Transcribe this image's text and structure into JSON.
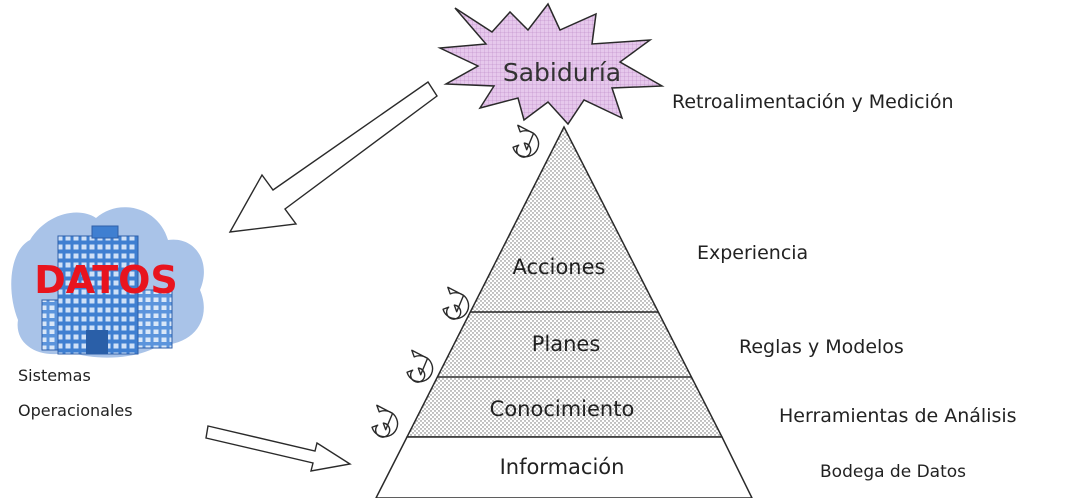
{
  "diagram": {
    "peak": "Sabiduría",
    "levels": {
      "acciones": "Acciones",
      "planes": "Planes",
      "conocimiento": "Conocimiento",
      "informacion": "Información"
    },
    "side_labels": {
      "retroalimentacion": "Retroalimentación y Medición",
      "experiencia": "Experiencia",
      "reglas": "Reglas y Modelos",
      "herramientas": "Herramientas de Análisis",
      "bodega": "Bodega de Datos"
    },
    "source": {
      "title": "DATOS",
      "line1": "Sistemas",
      "line2": "Operacionales"
    },
    "icons": {
      "building": "office-building-icon",
      "cycle": "circular-arrow-icon",
      "flow": "block-arrow-icon"
    },
    "colors": {
      "star_fill": "#e6c8ec",
      "cloud_fill": "#a9c3e8",
      "building_fill": "#3f7fd1",
      "datos_text": "#e8141e",
      "outline": "#2a2a2a"
    }
  }
}
